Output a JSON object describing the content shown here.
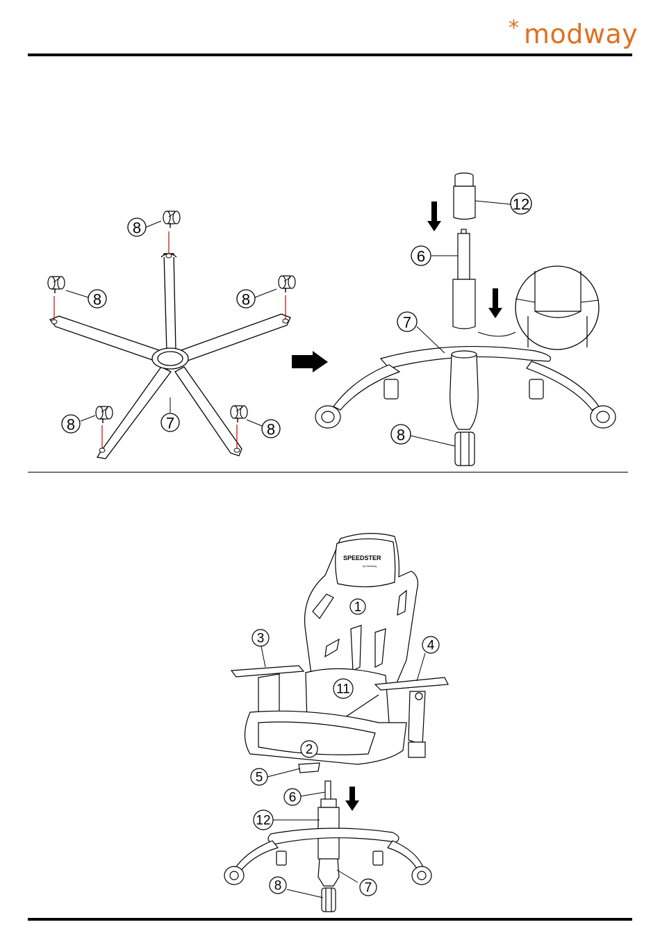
{
  "brand": {
    "star": "*",
    "name": "modway"
  },
  "step1": {
    "labels": {
      "caster_tl": "8",
      "caster_top": "8",
      "caster_tr": "8",
      "caster_bl": "8",
      "caster_br": "8",
      "base": "7"
    }
  },
  "step2": {
    "labels": {
      "cylinder_cover": "12",
      "cylinder": "6",
      "base": "7",
      "caster": "8"
    }
  },
  "step3": {
    "backrest_brand": "SPEEDSTER",
    "backrest_brand_sub": "by Modway",
    "labels": {
      "backrest": "1",
      "seat": "2",
      "armrest_left": "3",
      "armrest_right": "4",
      "mechanism": "5",
      "cylinder": "6",
      "base": "7",
      "caster": "8",
      "lumbar_pillow": "11",
      "cylinder_cover": "12"
    }
  }
}
